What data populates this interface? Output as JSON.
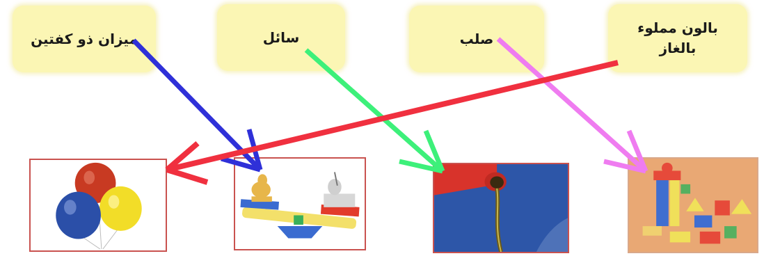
{
  "labels": {
    "balance": "ميزان ذو كفتين",
    "liquid": "سائل",
    "solid": "صلب",
    "balloon_line1": "بالون مملوء",
    "balloon_line2": "بالغاز"
  },
  "arrow_colors": {
    "balance": "#2f30d8",
    "liquid": "#3df07a",
    "solid": "#ef7cf0",
    "balloon": "#f0303f"
  },
  "pictures": [
    "balloons-picture",
    "balance-scale-picture",
    "pouring-oil-picture",
    "toy-blocks-picture"
  ]
}
